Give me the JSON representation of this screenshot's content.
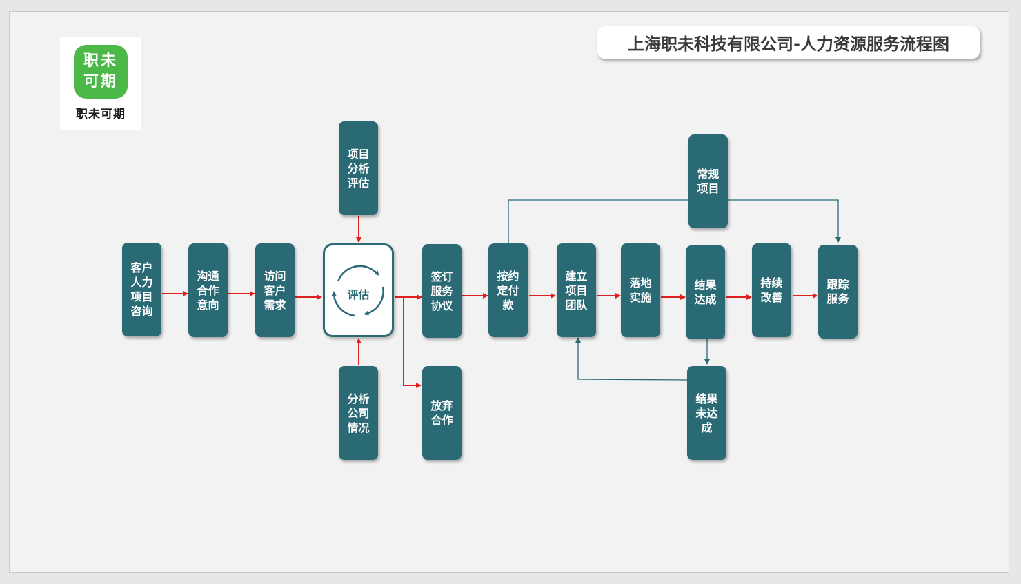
{
  "title": "上海职未科技有限公司-人力资源服务流程图",
  "logo": {
    "badge_line1": "职未",
    "badge_line2": "可期",
    "caption": "职未可期",
    "color": "#4cb848"
  },
  "colors": {
    "node": "#2a6a75",
    "arrow_main": "#e02020",
    "arrow_secondary": "#2a6a75"
  },
  "nodes": {
    "consult": "客户人力项目咨询",
    "communicate": "沟通合作意向",
    "visit": "访问客户需求",
    "evaluate": "评估",
    "project_analysis": "项目分析评估",
    "company_analysis": "分析公司情况",
    "sign": "签订服务协议",
    "abandon": "放弃合作",
    "pay": "按约定付款",
    "team": "建立项目团队",
    "implement": "落地实施",
    "achieved": "结果达成",
    "regular": "常规项目",
    "not_achieved": "结果未达成",
    "improve": "持续改善",
    "track": "跟踪服务"
  }
}
